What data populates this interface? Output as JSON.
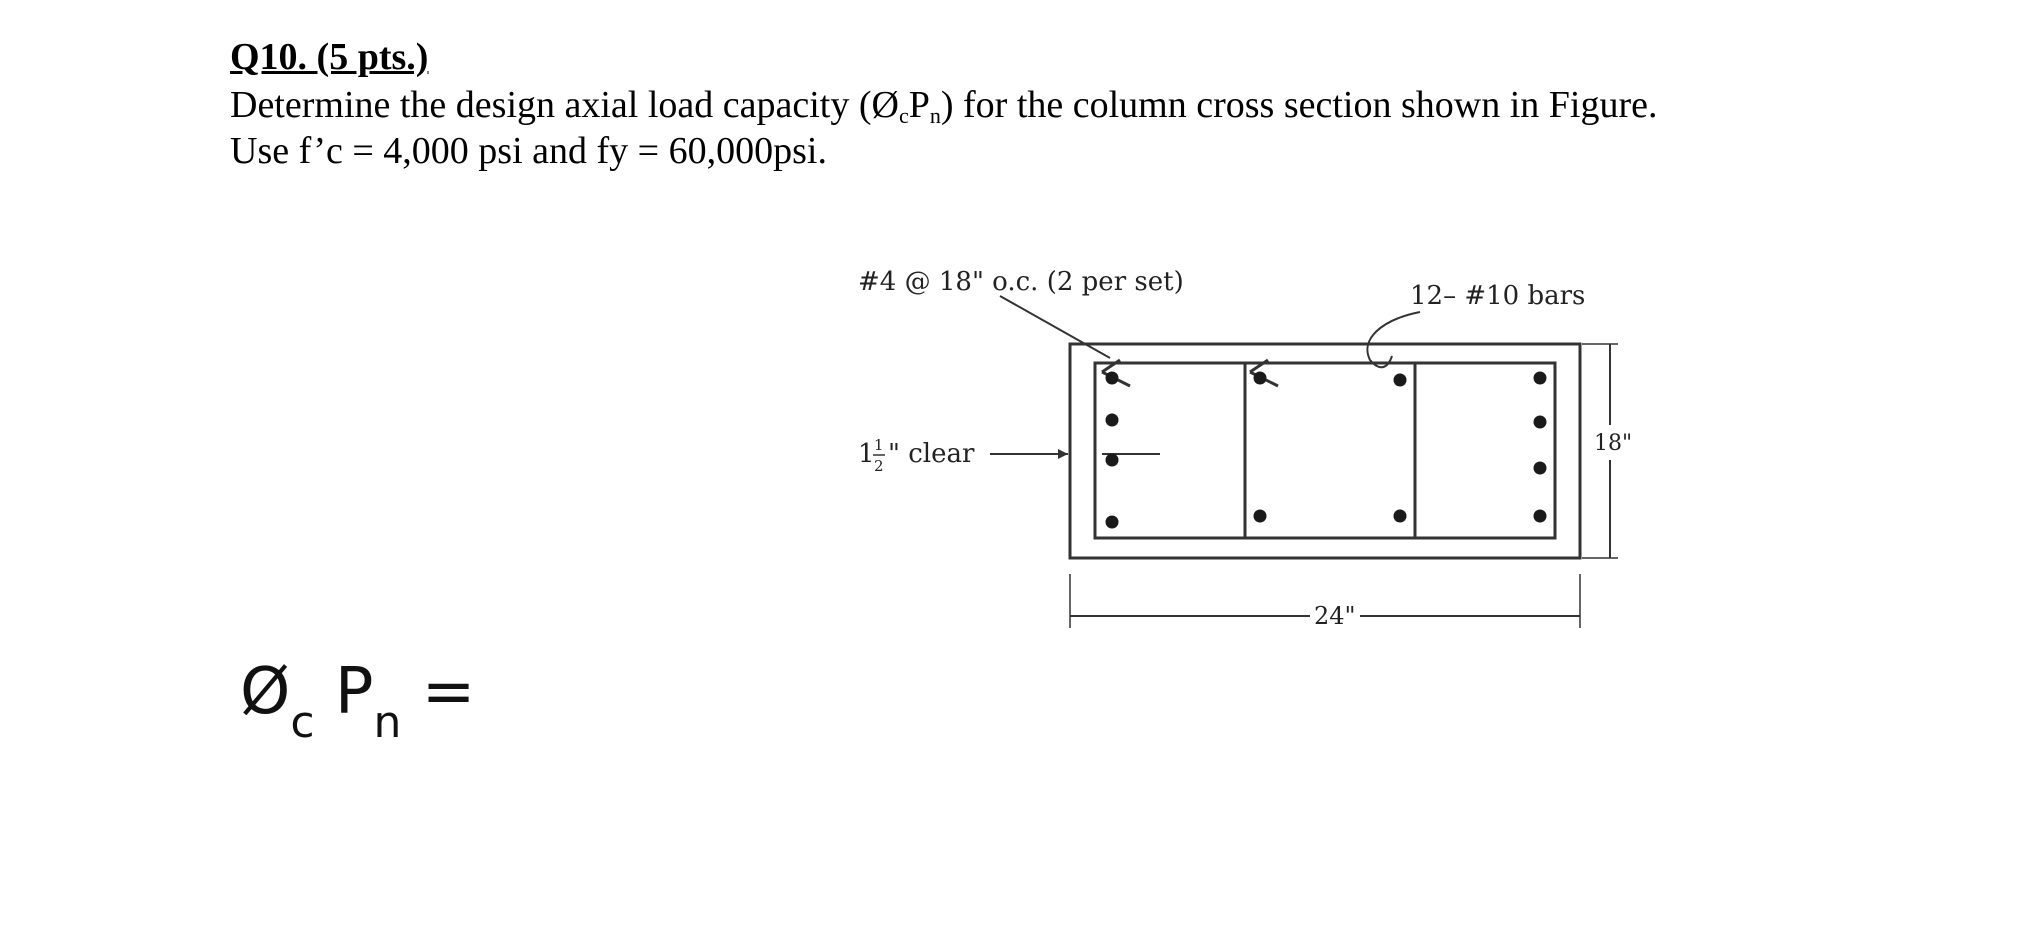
{
  "question": {
    "heading": "Q10. (5 pts.)",
    "line1_pre": "Determine the design axial load capacity (Ø",
    "line1_sub_c": "c",
    "line1_p": "P",
    "line1_sub_n": "n",
    "line1_post": ") for the column cross section shown in Figure.",
    "line2": "Use f’c = 4,000 psi and fy = 60,000psi."
  },
  "figure": {
    "tie_label": "#4 @ 18\" o.c. (2 per set)",
    "bars_label": "12– #10 bars",
    "clear_whole": "1",
    "clear_num": "1",
    "clear_den": "2",
    "clear_text": "\" clear",
    "height_label": "18\"",
    "width_label": "24\""
  },
  "answer": {
    "symbol": "Ø",
    "sub_c": "c",
    "p": "P",
    "sub_n": "n",
    "equals": "="
  }
}
